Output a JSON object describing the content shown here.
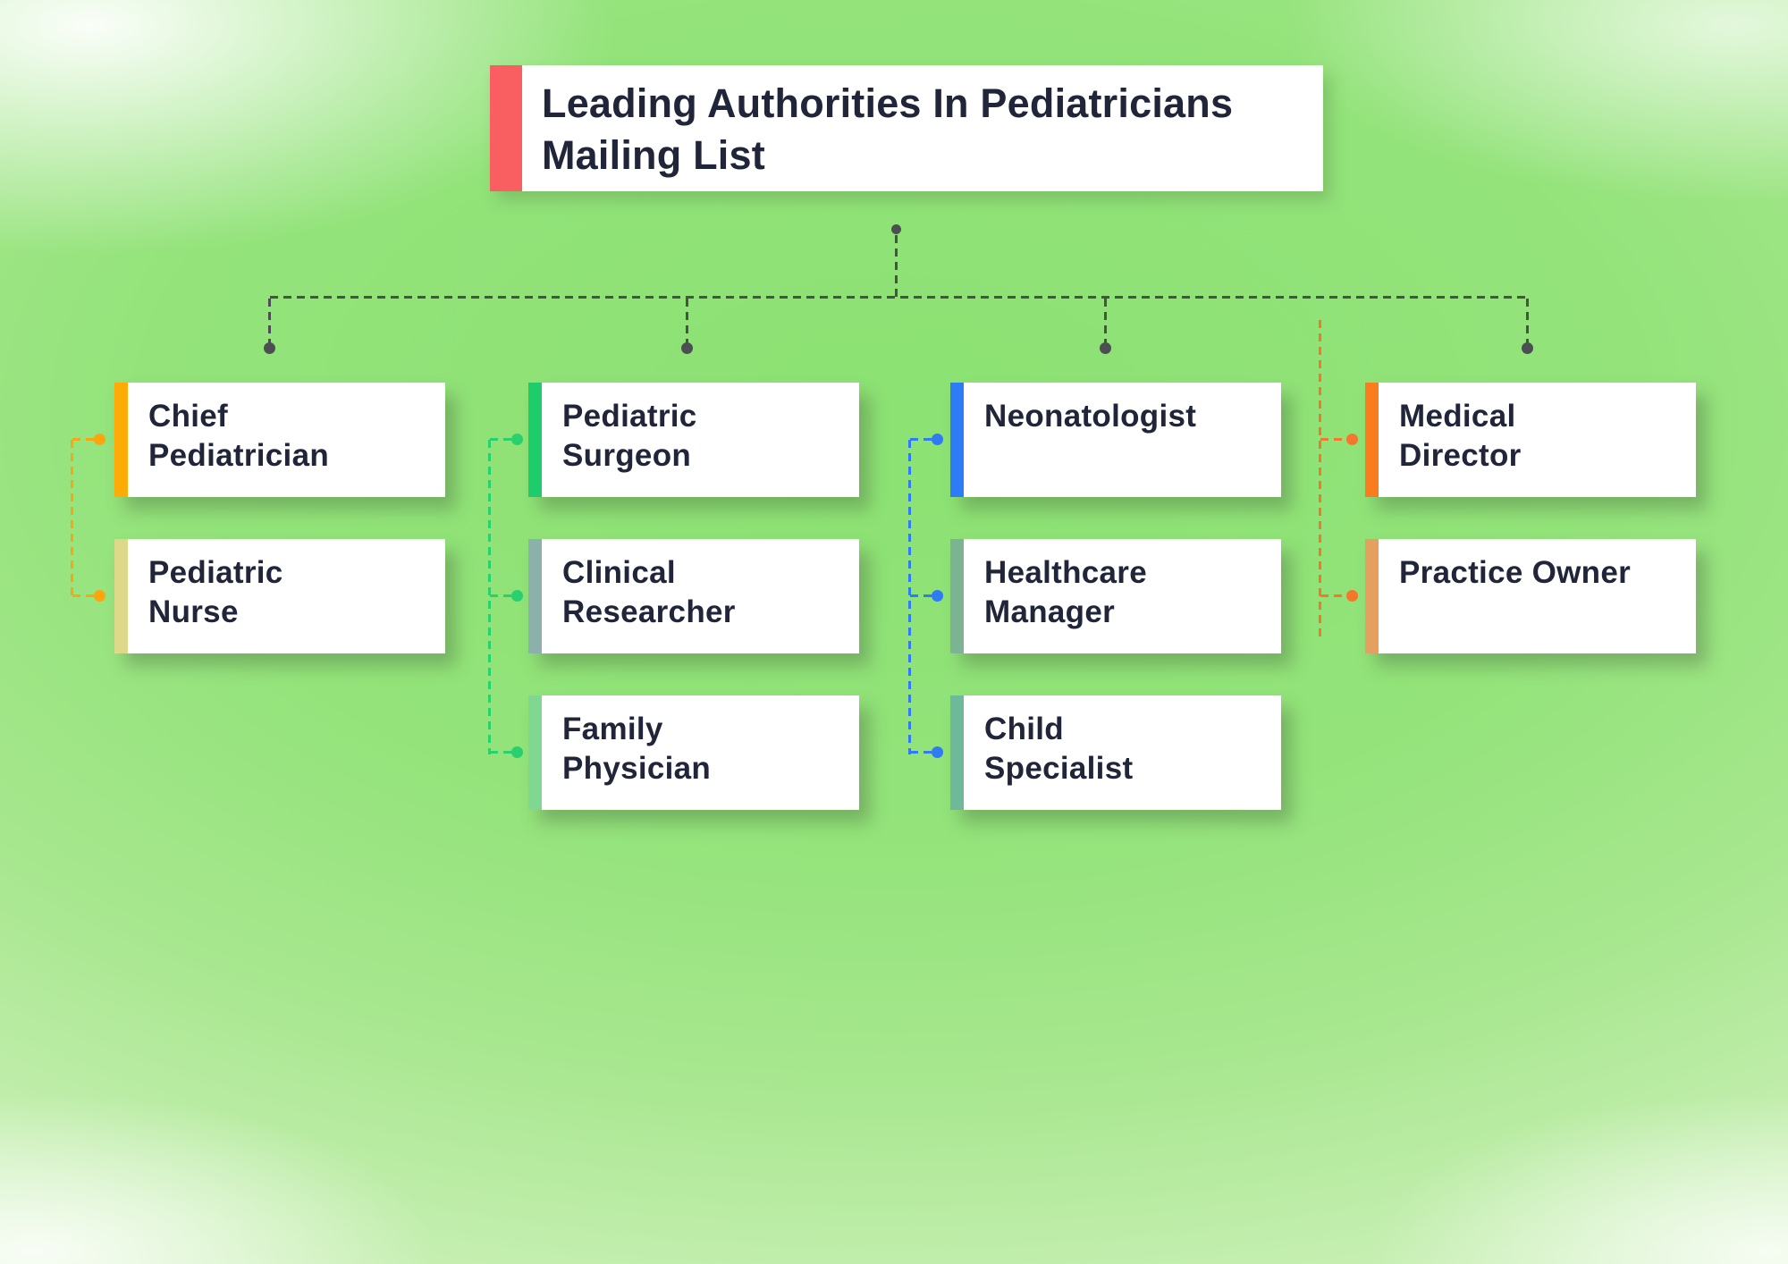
{
  "title": {
    "label": "Leading Authorities In Pediatricians\nMailing List",
    "accent_color": "#f95f60"
  },
  "connectors": {
    "trunk_color": "#4b4f52"
  },
  "branches": [
    {
      "connector_color": "#fda50f",
      "nodes": [
        {
          "label": "Chief\nPediatrician",
          "accent_color": "#ffab07"
        },
        {
          "label": "Pediatric\nNurse",
          "accent_color": "#ddd88a"
        }
      ]
    },
    {
      "connector_color": "#28d06e",
      "nodes": [
        {
          "label": "Pediatric\nSurgeon",
          "accent_color": "#1fcc6c"
        },
        {
          "label": "Clinical\nResearcher",
          "accent_color": "#8cb1aa"
        },
        {
          "label": "Family\nPhysician",
          "accent_color": "#80d791"
        }
      ]
    },
    {
      "connector_color": "#2f7bf3",
      "nodes": [
        {
          "label": "Neonatologist",
          "accent_color": "#2e7bf6"
        },
        {
          "label": "Healthcare\nManager",
          "accent_color": "#7cb392"
        },
        {
          "label": "Child\nSpecialist",
          "accent_color": "#6fb99b"
        }
      ]
    },
    {
      "connector_color": "#f5772b",
      "nodes": [
        {
          "label": "Medical\nDirector",
          "accent_color": "#f97d1e"
        },
        {
          "label": "Practice Owner",
          "accent_color": "#e5a05f"
        }
      ]
    }
  ],
  "background": {
    "center_green": "#8ce273",
    "edge_tint": "#f3fbee"
  }
}
